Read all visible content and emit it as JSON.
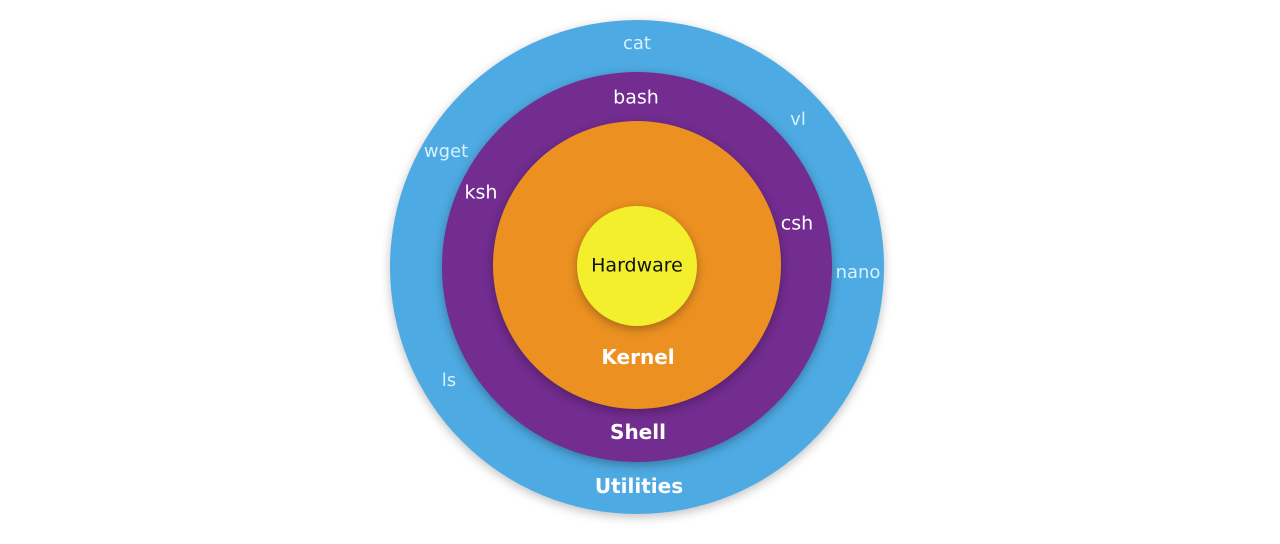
{
  "diagram": {
    "layers": [
      {
        "key": "utilities",
        "label": "Utilities",
        "color": "#4eaae3"
      },
      {
        "key": "shell",
        "label": "Shell",
        "color": "#732c90"
      },
      {
        "key": "kernel",
        "label": "Kernel",
        "color": "#ec9121"
      },
      {
        "key": "hardware",
        "label": "Hardware",
        "color": "#f3ef2c"
      }
    ],
    "shell_commands": [
      "bash",
      "ksh",
      "csh"
    ],
    "utility_commands": [
      "cat",
      "vl",
      "wget",
      "nano",
      "ls"
    ]
  }
}
